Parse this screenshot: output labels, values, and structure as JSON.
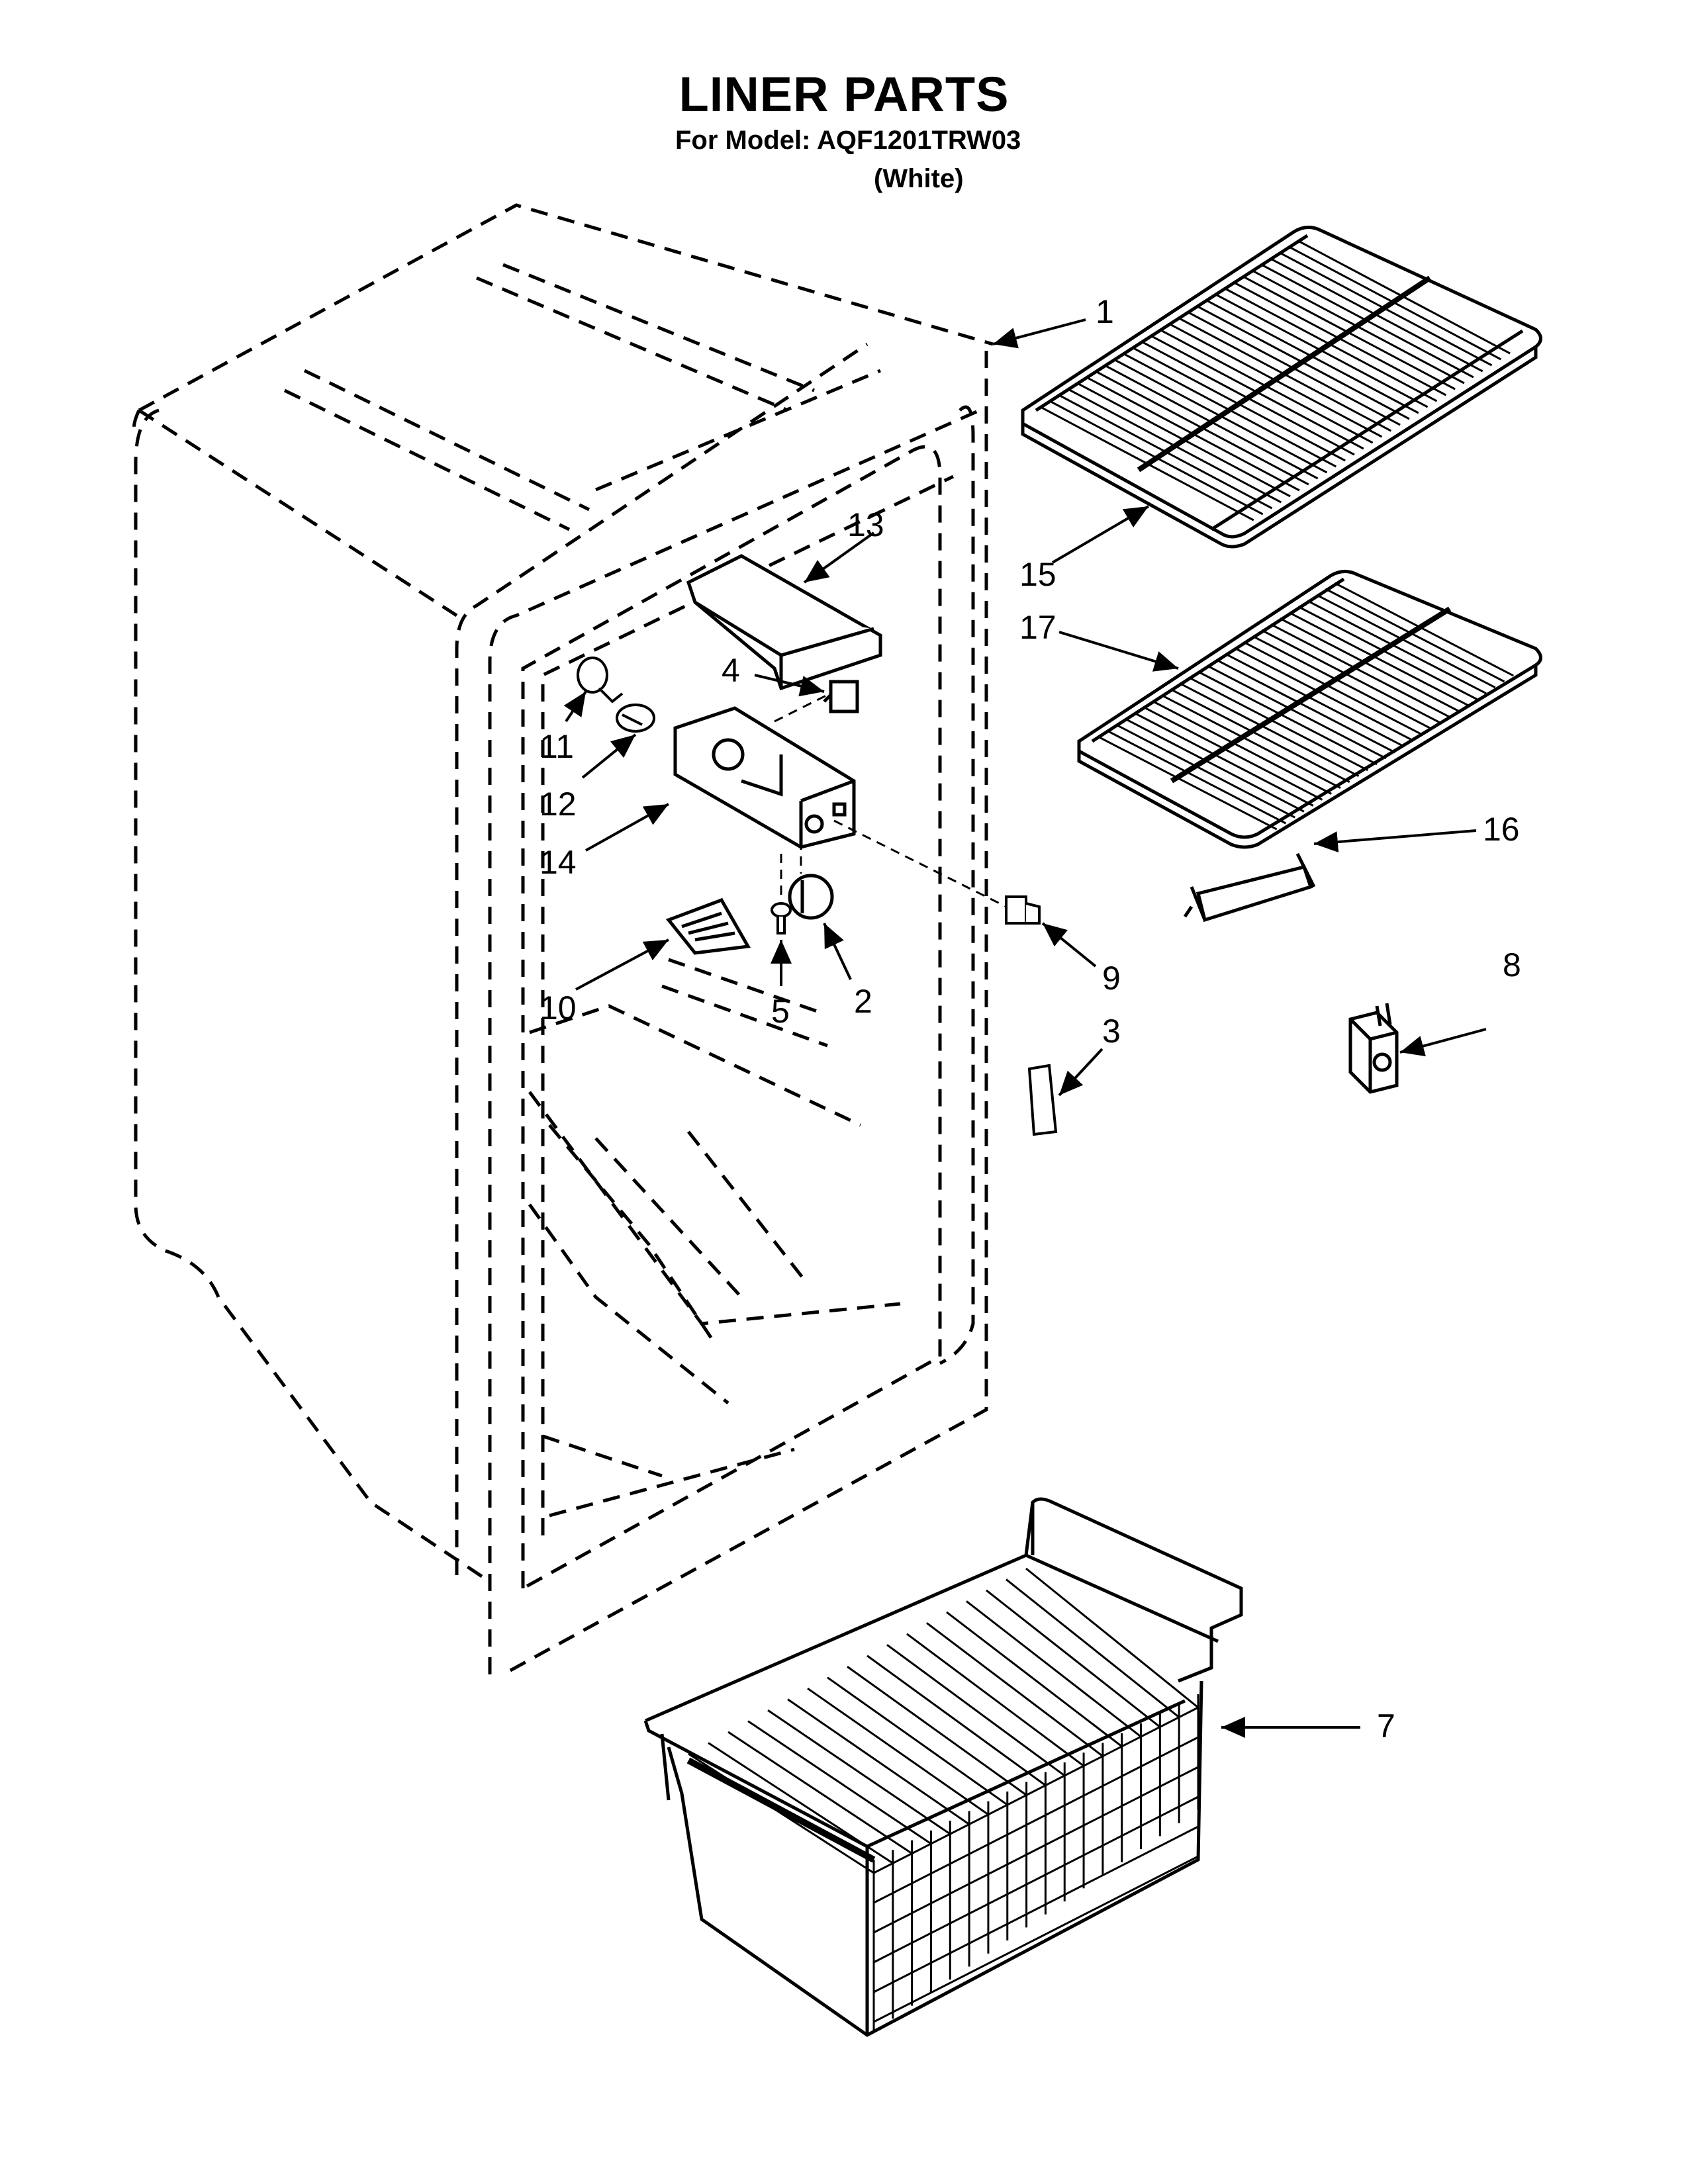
{
  "header": {
    "title": "LINER PARTS",
    "model_line": "For Model: AQF1201TRW03",
    "color_line": "(White)"
  },
  "callouts": {
    "c1": "1",
    "c2": "2",
    "c3": "3",
    "c4": "4",
    "c5": "5",
    "c7": "7",
    "c8": "8",
    "c9": "9",
    "c10": "10",
    "c11": "11",
    "c12": "12",
    "c13": "13",
    "c14": "14",
    "c15": "15",
    "c16": "16",
    "c17": "17"
  }
}
